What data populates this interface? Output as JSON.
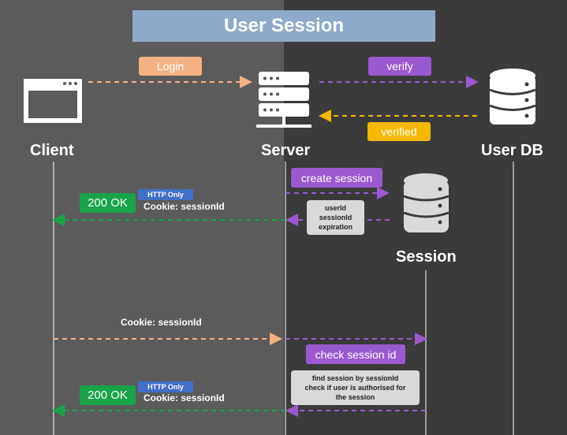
{
  "title": "User Session",
  "actors": {
    "client": "Client",
    "server": "Server",
    "user_db": "User DB",
    "session": "Session"
  },
  "messages": {
    "login": "Login",
    "verify": "verify",
    "verified": "verified",
    "create_session": "create session",
    "session_fields": [
      "userId",
      "sessionId",
      "expiration"
    ],
    "ok_1": "200 OK",
    "http_only_1": "HTTP Only",
    "cookie_1": "Cookie: sessionId",
    "request_cookie": "Cookie: sessionId",
    "check_session": "check session id",
    "find_note": [
      "find session by sessionId",
      "check if user is authorised for",
      "the session"
    ],
    "ok_2": "200 OK",
    "http_only_2": "HTTP Only",
    "cookie_2": "Cookie: sessionId"
  },
  "colors": {
    "left_bg": "#5b5b5b",
    "right_bg": "#3b3b3b",
    "orange": "#f4b183",
    "purple": "#9b59d0",
    "yellow": "#f5b800",
    "green": "#19a44a",
    "blue": "#3f6fc6"
  },
  "icons": {
    "client": "browser-window-icon",
    "server": "server-rack-icon",
    "user_db": "database-icon",
    "session": "database-icon"
  }
}
